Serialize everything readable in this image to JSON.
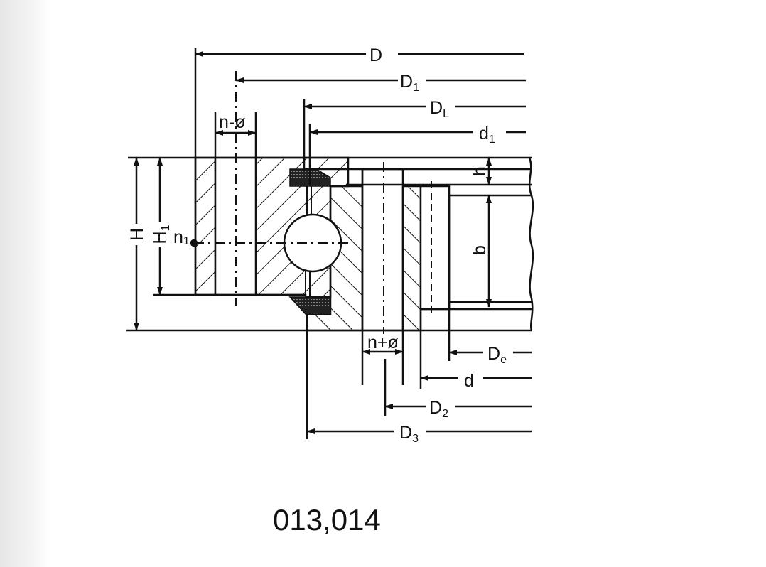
{
  "diagram": {
    "dimensions": {
      "D": "D",
      "D1": "D",
      "D1_sub": "1",
      "DL": "D",
      "DL_sub": "L",
      "d1": "d",
      "d1_sub": "1",
      "n_hole_top": "n-ø",
      "H": "H",
      "H1": "H",
      "H1_sub": "1",
      "n1": "n",
      "n1_sub": "1",
      "h": "h",
      "b": "b",
      "n_hole_bottom": "n+ø",
      "De": "D",
      "De_sub": "e",
      "d": "d",
      "D2": "D",
      "D2_sub": "2",
      "D3": "D",
      "D3_sub": "3"
    },
    "caption": "013,014"
  }
}
